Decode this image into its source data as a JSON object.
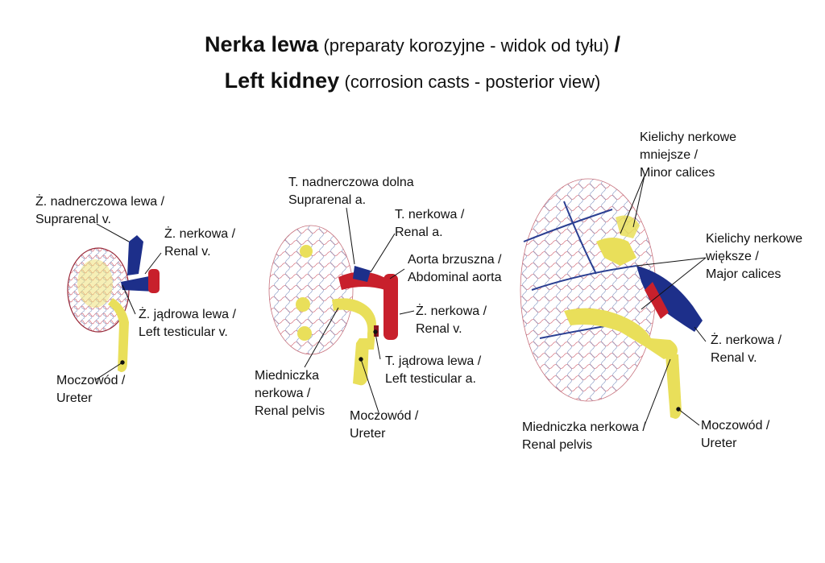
{
  "title": {
    "line1_bold": "Nerka lewa",
    "line1_rest": "(preparaty korozyjne - widok od tyłu)",
    "line1_slash": "/",
    "line2_bold": "Left kidney",
    "line2_rest": "(corrosion casts - posterior view)"
  },
  "colors": {
    "artery": "#c8202c",
    "vein": "#1d2f8a",
    "urinary": "#e9df5a",
    "leader": "#111111"
  },
  "specimen_1": {
    "labels": {
      "suprarenal_v": [
        "Ż. nadnerczowa lewa /",
        "Suprarenal v."
      ],
      "renal_v": [
        "Ż. nerkowa /",
        "Renal v."
      ],
      "testicular_v": [
        "Ż. jądrowa lewa /",
        "Left testicular v."
      ],
      "ureter": [
        "Moczowód /",
        "Ureter"
      ]
    }
  },
  "specimen_2": {
    "labels": {
      "suprarenal_a": [
        "T. nadnerczowa dolna",
        "Suprarenal a."
      ],
      "renal_a": [
        "T. nerkowa /",
        "Renal a."
      ],
      "aorta": [
        "Aorta brzuszna /",
        "Abdominal aorta"
      ],
      "renal_v": [
        "Ż. nerkowa /",
        "Renal v."
      ],
      "testicular_a": [
        "T. jądrowa lewa /",
        "Left testicular a."
      ],
      "pelvis": [
        "Miedniczka",
        "nerkowa /",
        "Renal pelvis"
      ],
      "ureter": [
        "Moczowód /",
        "Ureter"
      ]
    }
  },
  "specimen_3": {
    "labels": {
      "minor_calices": [
        "Kielichy nerkowe",
        "mniejsze /",
        "Minor calices"
      ],
      "major_calices": [
        "Kielichy nerkowe",
        "większe /",
        "Major calices"
      ],
      "renal_v": [
        "Ż. nerkowa /",
        "Renal v."
      ],
      "pelvis": [
        "Miedniczka nerkowa /",
        "Renal pelvis"
      ],
      "ureter": [
        "Moczowód /",
        "Ureter"
      ]
    }
  }
}
